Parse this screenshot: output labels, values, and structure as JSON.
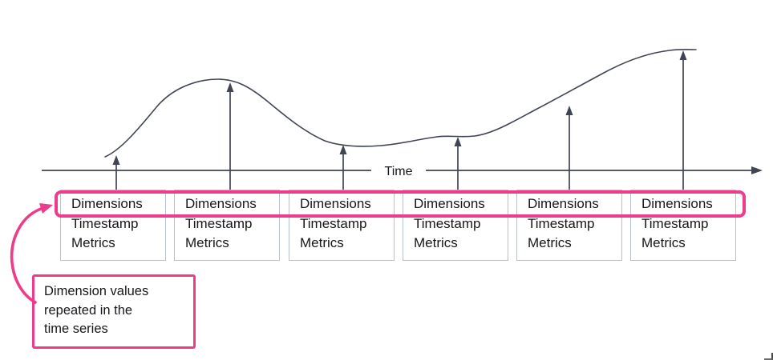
{
  "axis": {
    "label": "Time"
  },
  "records": [
    {
      "fields": [
        "Dimensions",
        "Timestamp",
        "Metrics"
      ]
    },
    {
      "fields": [
        "Dimensions",
        "Timestamp",
        "Metrics"
      ]
    },
    {
      "fields": [
        "Dimensions",
        "Timestamp",
        "Metrics"
      ]
    },
    {
      "fields": [
        "Dimensions",
        "Timestamp",
        "Metrics"
      ]
    },
    {
      "fields": [
        "Dimensions",
        "Timestamp",
        "Metrics"
      ]
    },
    {
      "fields": [
        "Dimensions",
        "Timestamp",
        "Metrics"
      ]
    }
  ],
  "annotation": {
    "text": "Dimension values repeated in the time series",
    "lines": [
      "Dimension values",
      "repeated in the",
      "time series"
    ]
  },
  "colors": {
    "pink": "#ED3C8C",
    "stroke": "#3F4553",
    "box_border": "#BBC1CB",
    "text": "#17171B"
  }
}
